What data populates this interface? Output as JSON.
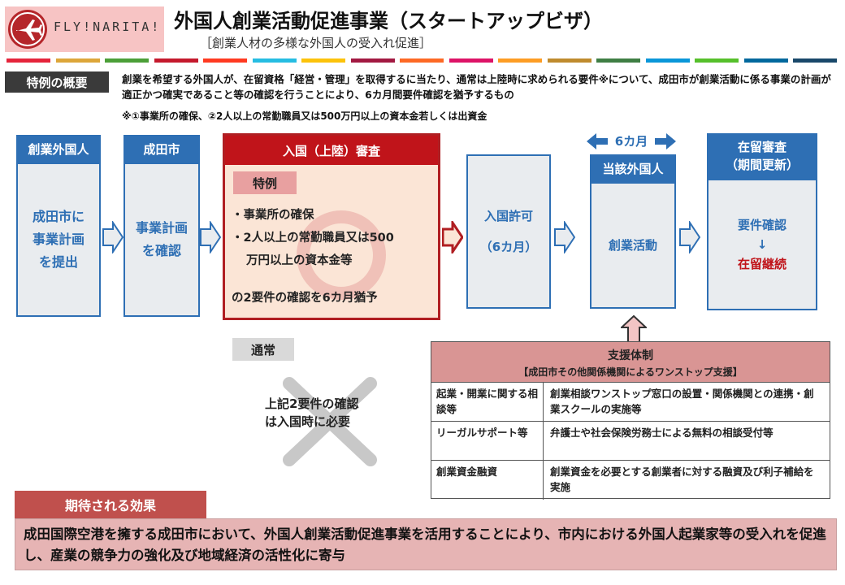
{
  "header": {
    "logo_text": "FLY!NARITA!",
    "title": "外国人創業活動促進事業（スタートアップビザ）",
    "subtitle": "［創業人材の多様な外国人の受入れ促進］",
    "stripe_colors": [
      "#e5243b",
      "#dda63a",
      "#4c9f38",
      "#c5192d",
      "#ff3a21",
      "#26bde2",
      "#fcc30b",
      "#a21942",
      "#fd6925",
      "#dd1367",
      "#fd9d24",
      "#bf8b2e",
      "#3f7e44",
      "#0a97d9",
      "#56c02b",
      "#00689d",
      "#19486a"
    ]
  },
  "overview": {
    "label": "特例の概要",
    "text": "創業を希望する外国人が、在留資格「経営・管理」を取得するに当たり、通常は上陸時に求められる要件※について、成田市が創業活動に係る事業の計画が適正かつ確実であること等の確認を行うことにより、6カ月間要件確認を猶予するもの",
    "note": "※①事業所の確保、②2人以上の常勤職員又は500万円以上の資本金若しくは出資金"
  },
  "flow": {
    "step1": {
      "head": "創業外国人",
      "body_lines": [
        "成田市に",
        "事業計画",
        "を提出"
      ]
    },
    "step2": {
      "head": "成田市",
      "body_lines": [
        "事業計画",
        "を確認"
      ]
    },
    "step3": {
      "head": "入国（上陸）審査",
      "tokurei": "特例",
      "item1": "・事業所の確保",
      "item2": "・2人以上の常勤職員又は500",
      "item2b": "万円以上の資本金等",
      "summary": "の2要件の確認を6カ月猶予"
    },
    "step4": {
      "line1": "入国許可",
      "line2": "（6カ月）"
    },
    "step5": {
      "period": "6カ月",
      "head": "当該外国人",
      "body": "創業活動"
    },
    "step6": {
      "head1": "在留審査",
      "head2": "（期間更新）",
      "line1": "要件確認",
      "arrow": "↓",
      "line2": "在留継続"
    }
  },
  "normal": {
    "label": "通常",
    "line1": "上記2要件の確認",
    "line2": "は入国時に必要"
  },
  "support": {
    "title": "支援体制",
    "subtitle": "【成田市その他関係機関によるワンストップ支援】",
    "rows": [
      {
        "left": "起業・開業に関する相談等",
        "right": "創業相談ワンストップ窓口の設置・関係機関との連携・創業スクールの実施等"
      },
      {
        "left": "リーガルサポート等",
        "right": "弁護士や社会保険労務士による無料の相談受付等"
      },
      {
        "left": "創業資金融資",
        "right": "創業資金を必要とする創業者に対する融資及び利子補給を実施"
      }
    ]
  },
  "effects": {
    "label": "期待される効果",
    "text": "成田国際空港を擁する成田市において、外国人創業活動促進事業を活用することにより、市内における外国人起業家等の受入れを促進し、産業の競争力の強化及び地域経済の活性化に寄与"
  }
}
